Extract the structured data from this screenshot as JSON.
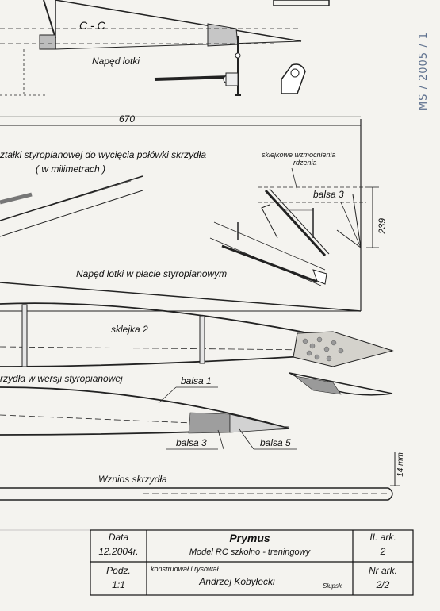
{
  "labels": {
    "section_cc": "C - C",
    "aileron_drive": "Napęd lotki",
    "dim_670": "670",
    "template_title_line1": "ztałki styropianowej do wycięcia połówki skrzydła",
    "template_title_line2": "( w milimetrach )",
    "plywood_reinf_line1": "sklejkowe wzmocnienia",
    "plywood_reinf_line2": "rdzenia",
    "balsa3_top": "balsa 3",
    "dim_239": "239",
    "aileron_in_foam": "Napęd lotki w płacie styropianowym",
    "sklejka2": "sklejka 2",
    "wing_foam_version": "rzydła w wersji styropianowej",
    "balsa1": "balsa 1",
    "balsa3_bottom": "balsa 3",
    "balsa5": "balsa 5",
    "dim_14mm": "14 mm",
    "dihedral": "Wznios skrzydła",
    "handwritten_note": "MS / 2005 / 1"
  },
  "title_block": {
    "data_label": "Data",
    "data_value": "12.2004r.",
    "scale_label": "Podz.",
    "scale_value": "1:1",
    "model_name": "Prymus",
    "model_desc": "Model RC szkolno - treningowy",
    "designer_label": "konstruował i rysował",
    "designer_name": "Andrzej Kobyłecki",
    "city": "Słupsk",
    "sheet_label": "II. ark.",
    "sheet_value": "2",
    "sheet_nr_label": "Nr ark.",
    "sheet_nr_value": "2/2"
  }
}
